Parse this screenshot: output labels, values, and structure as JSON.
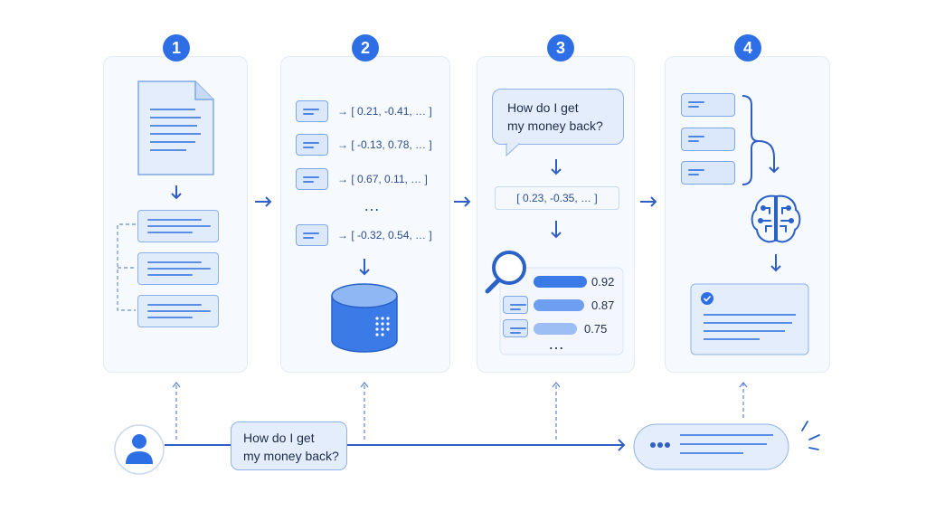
{
  "steps": [
    {
      "number": "1"
    },
    {
      "number": "2"
    },
    {
      "number": "3"
    },
    {
      "number": "4"
    }
  ],
  "step2": {
    "vectors": [
      "[ 0.21,  -0.41,  … ]",
      "[ -0.13,  0.78,  … ]",
      "[ 0.67,  0.11,  … ]",
      "[ -0.32,  0.54,  … ]"
    ],
    "ellipsis": "…"
  },
  "step3": {
    "query_line1": "How do I get",
    "query_line2": "my money back?",
    "query_vector": "[ 0.23,  -0.35,  … ]",
    "scores": [
      "0.92",
      "0.87",
      "0.75"
    ],
    "ellipsis": "…"
  },
  "user": {
    "question_line1": "How do I get",
    "question_line2": "my money back?"
  },
  "colors": {
    "accent": "#2f6fe6",
    "panel": "#f6f9fd",
    "chip": "#dbe8fb"
  }
}
